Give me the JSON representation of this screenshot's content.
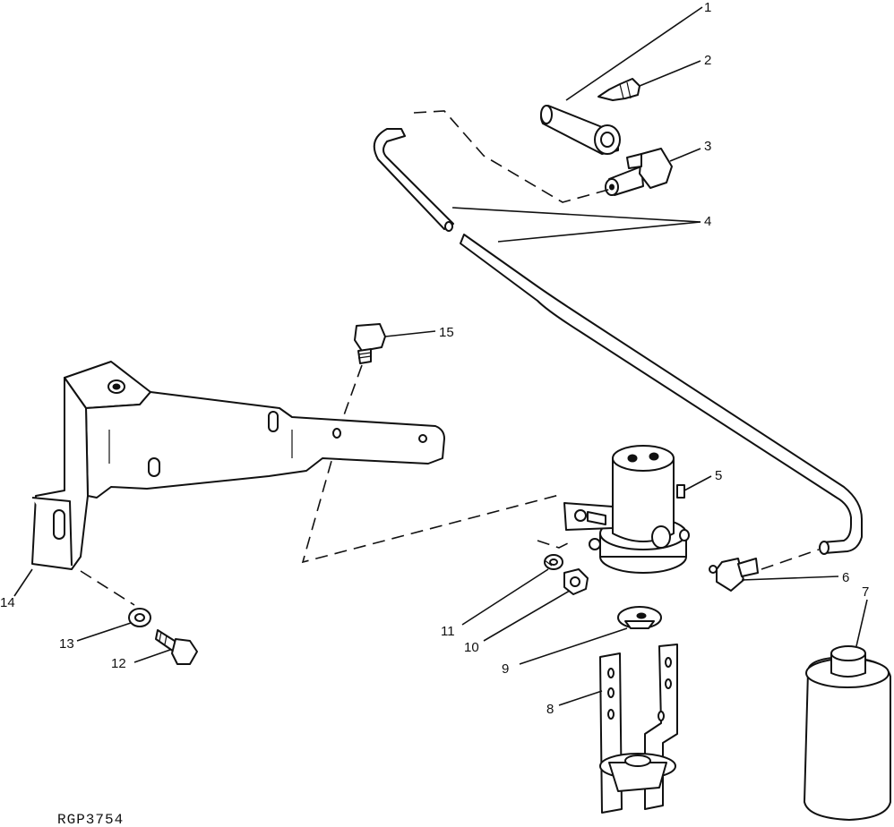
{
  "figure_code": "RGP3754",
  "callouts": [
    {
      "n": "1"
    },
    {
      "n": "2"
    },
    {
      "n": "3"
    },
    {
      "n": "4"
    },
    {
      "n": "5"
    },
    {
      "n": "6"
    },
    {
      "n": "7"
    },
    {
      "n": "8"
    },
    {
      "n": "9"
    },
    {
      "n": "10"
    },
    {
      "n": "11"
    },
    {
      "n": "12"
    },
    {
      "n": "13"
    },
    {
      "n": "14"
    },
    {
      "n": "15"
    }
  ]
}
